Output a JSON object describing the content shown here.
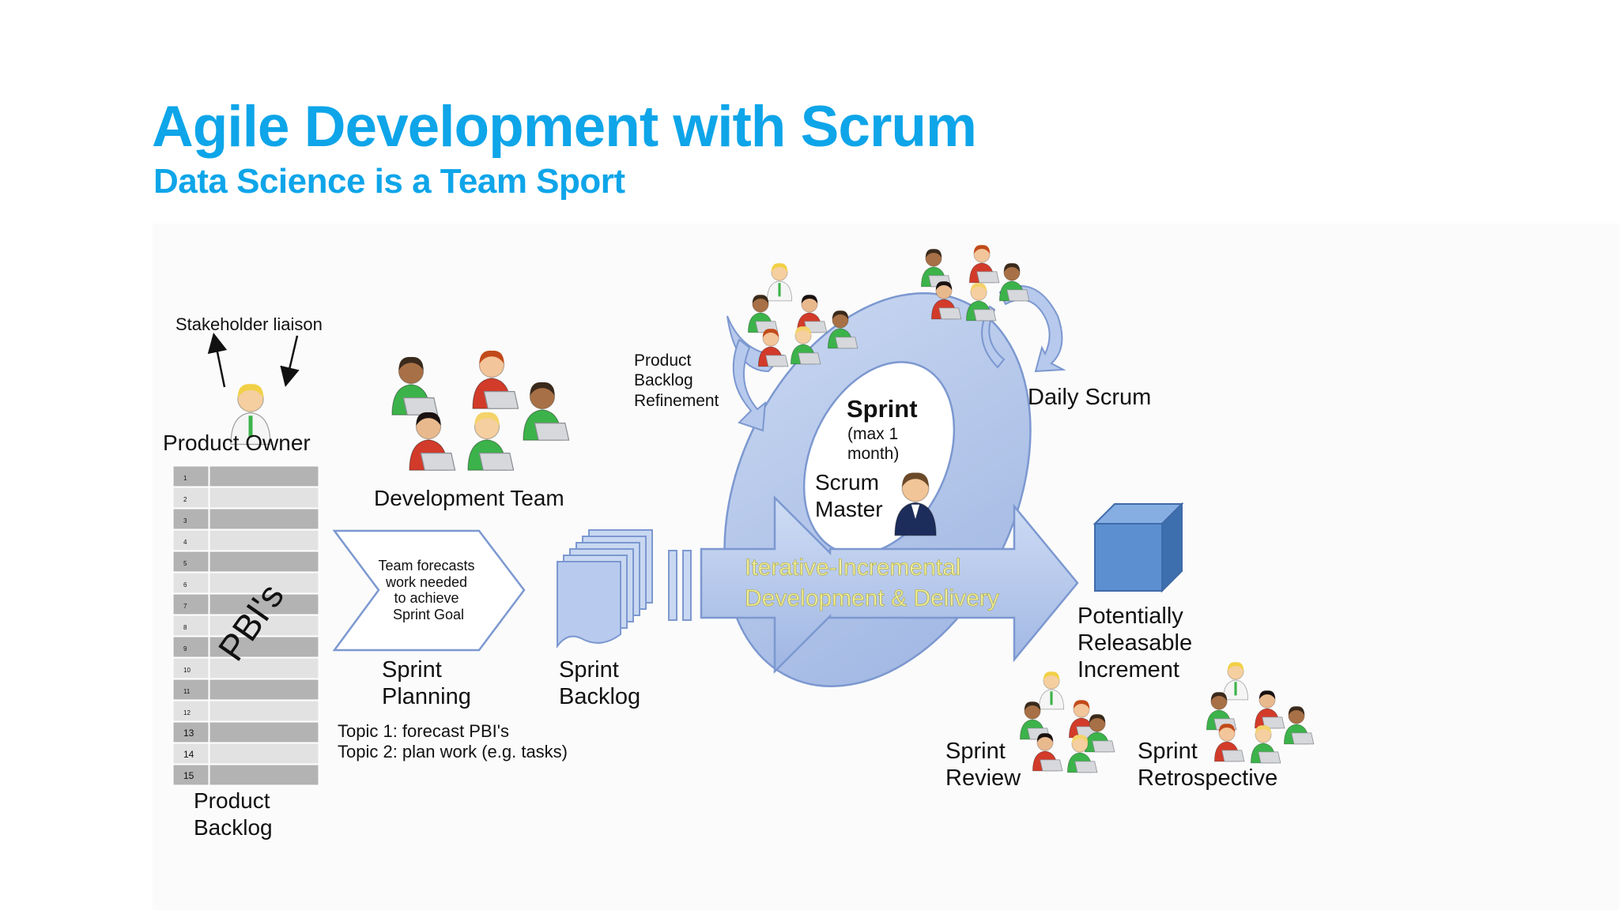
{
  "slide": {
    "title": "Agile Development with Scrum",
    "subtitle": "Data Science is a Team Sport"
  },
  "colors": {
    "title": "#0ea5e9",
    "arrow_fill": "#b7c9ec",
    "arrow_stroke": "#7c98d0",
    "backlog_dark": "#b3b3b3",
    "backlog_light": "#e2e2e2",
    "increment_cube": "#5b8fd0",
    "highlight_text": "#f1ef9b",
    "shirt_green": "#3cb34a",
    "shirt_red": "#d23b2a",
    "suit_navy": "#1c2d5c"
  },
  "diagram": {
    "stakeholder_liaison": "Stakeholder liaison",
    "product_owner": "Product Owner",
    "pbis_label": "PBI's",
    "backlog_row_numbers": [
      "1",
      "2",
      "3",
      "4",
      "5",
      "6",
      "7",
      "8",
      "9",
      "10",
      "11",
      "12",
      "13",
      "14",
      "15"
    ],
    "product_backlog": [
      "Product",
      "Backlog"
    ],
    "development_team": "Development Team",
    "forecast_lines": [
      "Team forecasts",
      "work needed",
      "to achieve",
      "Sprint Goal"
    ],
    "sprint_planning": [
      "Sprint",
      "Planning"
    ],
    "topics": [
      "Topic 1: forecast PBI's",
      "Topic 2: plan work (e.g. tasks)"
    ],
    "sprint_backlog": [
      "Sprint",
      "Backlog"
    ],
    "refinement": [
      "Product",
      "Backlog",
      "Refinement"
    ],
    "sprint": "Sprint",
    "sprint_duration": [
      "(max 1",
      "month)"
    ],
    "scrum_master": [
      "Scrum",
      "Master"
    ],
    "daily_scrum": "Daily Scrum",
    "iterative": [
      "Iterative-Incremental",
      "Development & Delivery"
    ],
    "increment": [
      "Potentially",
      "Releasable",
      "Increment"
    ],
    "sprint_review": [
      "Sprint",
      "Review"
    ],
    "sprint_retrospective": [
      "Sprint",
      "Retrospective"
    ]
  },
  "icons": [
    "person-icon",
    "laptop-icon",
    "cube-icon",
    "cycle-arrow-icon",
    "document-stack-icon"
  ]
}
